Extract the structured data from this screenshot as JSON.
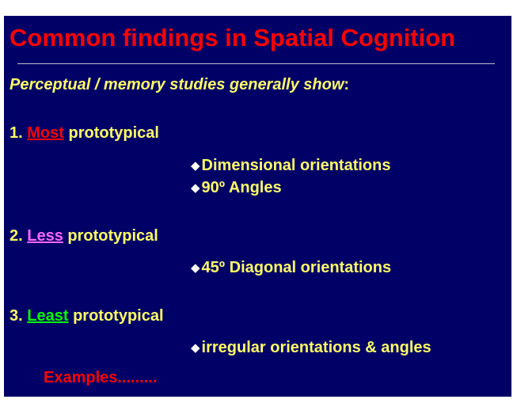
{
  "slide": {
    "title": "Common findings in Spatial Cognition",
    "intro": {
      "text": "Perceptual / memory studies generally show",
      "suffix": ":"
    },
    "items": [
      {
        "number": "1.",
        "keyword": "Most",
        "keyword_color": "#ff0000",
        "rest": "prototypical",
        "bullets": [
          "Dimensional orientations",
          "90º Angles"
        ]
      },
      {
        "number": "2.",
        "keyword": "Less",
        "keyword_color": "#ff66ff",
        "rest": "prototypical",
        "bullets": [
          "45º Diagonal orientations"
        ]
      },
      {
        "number": "3.",
        "keyword": "Least",
        "keyword_color": "#00ff00",
        "rest": "prototypical",
        "bullets": [
          "irregular orientations & angles"
        ]
      }
    ],
    "bullet_icon": "diamond-bullet-icon",
    "examples": "Examples.........",
    "colors": {
      "background": "#000066",
      "title": "#ff0000",
      "text": "#ffff66",
      "bullet": "#ffffff"
    }
  }
}
